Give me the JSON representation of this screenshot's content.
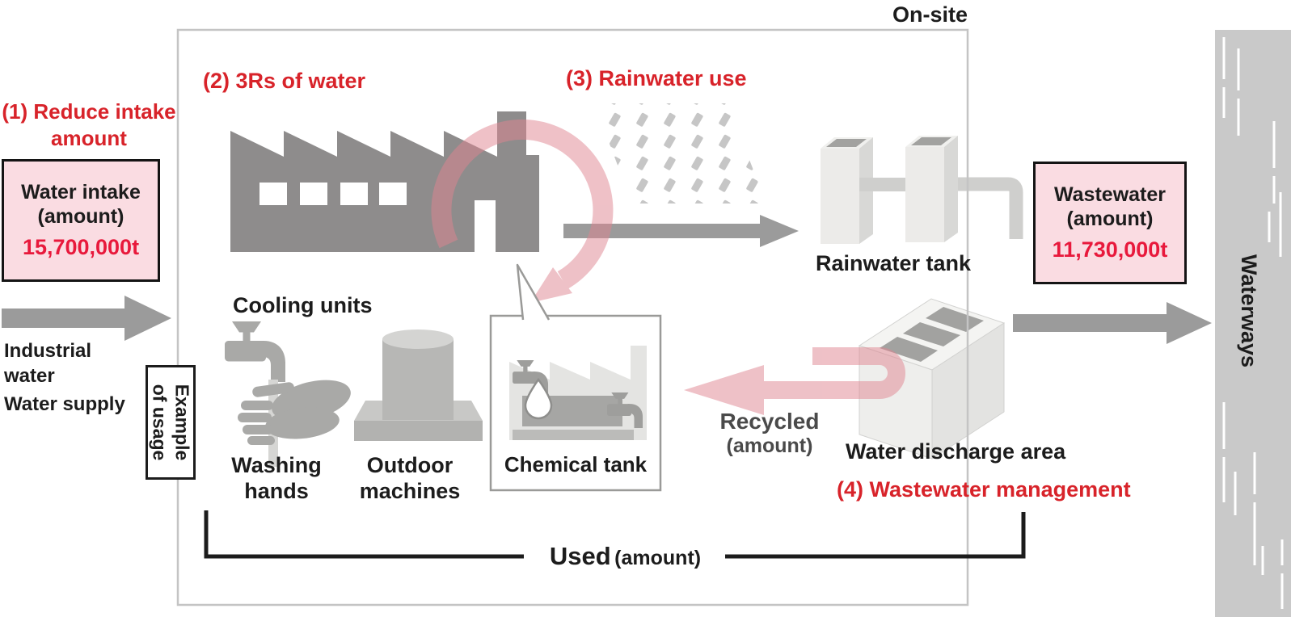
{
  "onsite": {
    "label": "On-site"
  },
  "steps": {
    "s1a": "(1) Reduce intake",
    "s1b": "amount",
    "s2": "(2) 3Rs of water",
    "s3": "(3) Rainwater use",
    "s4": "(4) Wastewater management"
  },
  "intake_box": {
    "line1": "Water intake",
    "line2": "(amount)",
    "value": "15,700,000t"
  },
  "wastewater_box": {
    "line1": "Wastewater",
    "line2": "(amount)",
    "value": "11,730,000t"
  },
  "left_sources": {
    "industrial1": "Industrial",
    "industrial2": "water",
    "supply": "Water supply"
  },
  "example_box": {
    "line1": "Example",
    "line2": "of usage"
  },
  "usage": {
    "cooling": "Cooling units",
    "washing1": "Washing",
    "washing2": "hands",
    "outdoor1": "Outdoor",
    "outdoor2": "machines",
    "chemical": "Chemical tank"
  },
  "right_side": {
    "rain_tank": "Rainwater tank",
    "recycled1": "Recycled",
    "recycled2": "(amount)",
    "discharge": "Water discharge area"
  },
  "bottom": {
    "used": "Used",
    "used_sub": "(amount)"
  },
  "waterways": {
    "label": "Waterways"
  },
  "icons": {
    "factory": "factory-icon",
    "rain": "rain-icon",
    "recycle_loop": "recycle-loop-icon",
    "recycled_arrow": "recycled-u-arrow-icon",
    "rainwater_tank": "rainwater-tank-icon",
    "water_discharge": "water-discharge-block-icon",
    "chemical_tank": "chemical-tank-bubble-icon",
    "faucet": "faucet-icon",
    "washing_hands": "washing-hands-icon",
    "outdoor_machine": "outdoor-machine-icon",
    "flow_arrow": "flow-arrow-icon",
    "used_bracket": "used-bracket",
    "waterways_band": "waterways-band"
  },
  "colors": {
    "heading_red": "#d8232a",
    "value_red": "#e8193c",
    "pink_fill": "#fadce2",
    "pink_arrow": "#df8490",
    "gray_arrow": "#9b9b9b",
    "icon_gray": "#8e8c8c",
    "band_gray": "#c9c9c9",
    "border_gray": "#c4c4c4",
    "text_dark": "#1c1c1c"
  }
}
